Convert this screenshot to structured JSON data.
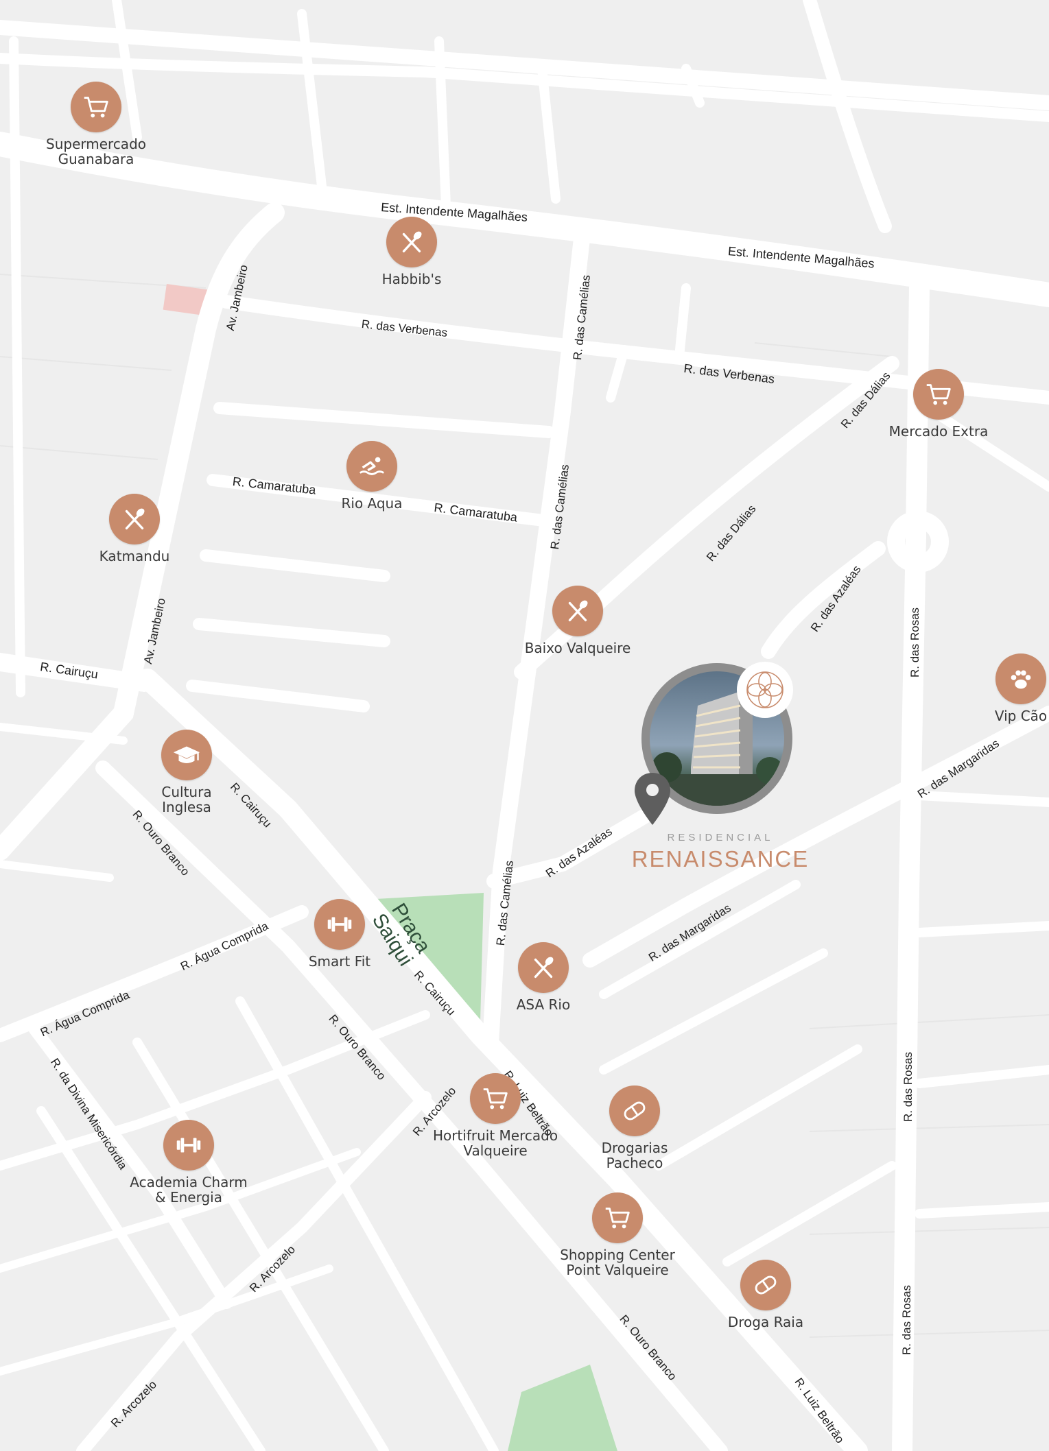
{
  "project": {
    "brand_subtitle": "RESIDENCIAL",
    "brand_name": "RENAISSANCE",
    "location_pin_icon": "map-pin-icon",
    "emblem_icon": "flower-emblem-icon"
  },
  "colors": {
    "poi": "#c88b6c",
    "brand": "#c88b6c",
    "road": "#ffffff",
    "background": "#efefef",
    "park": "#b8dfb8"
  },
  "park": {
    "label": "Praça\nSaiqui"
  },
  "pois": [
    {
      "label": "Supermercado\nGuanabara",
      "icon": "shopping-cart-icon"
    },
    {
      "label": "Habbib's",
      "icon": "restaurant-icon"
    },
    {
      "label": "Rio Aqua",
      "icon": "swimming-icon"
    },
    {
      "label": "Katmandu",
      "icon": "restaurant-icon"
    },
    {
      "label": "Mercado Extra",
      "icon": "shopping-cart-icon"
    },
    {
      "label": "Baixo Valqueire",
      "icon": "restaurant-icon"
    },
    {
      "label": "Vip Cão",
      "icon": "paw-icon"
    },
    {
      "label": "Cultura\nInglesa",
      "icon": "graduation-cap-icon"
    },
    {
      "label": "Smart  Fit",
      "icon": "dumbbell-icon"
    },
    {
      "label": "ASA Rio",
      "icon": "restaurant-icon"
    },
    {
      "label": "Hortifruit Mercado\nValqueire",
      "icon": "shopping-cart-icon"
    },
    {
      "label": "Drogarias\nPacheco",
      "icon": "pill-icon"
    },
    {
      "label": "Academia Charm\n& Energia",
      "icon": "dumbbell-icon"
    },
    {
      "label": "Shopping Center\nPoint Valqueire",
      "icon": "shopping-cart-icon"
    },
    {
      "label": "Droga Raia",
      "icon": "pill-icon"
    }
  ],
  "streets": [
    "Est. Intendente Magalhães",
    "Est. Intendente Magalhães",
    "Av. Jambeiro",
    "Av. Jambeiro",
    "R. das Verbenas",
    "R. das Verbenas",
    "R. das Camélias",
    "R. das Camélias",
    "R. das Camélias",
    "R. Camaratuba",
    "R. Camaratuba",
    "R. das Dálias",
    "R. das Dálias",
    "R. das Azaléas",
    "R. das Azaléas",
    "R. das Rosas",
    "R. das Rosas",
    "R. das Rosas",
    "R. das Margaridas",
    "R. das Margaridas",
    "R. Cairuçu",
    "R. Cairuçu",
    "R. Cairuçu",
    "R. Ouro Branco",
    "R. Ouro Branco",
    "R. Ouro Branco",
    "R. Água Comprida",
    "R. Água Comprida",
    "R. da Divina Misericórdia",
    "R. Arcozelo",
    "R. Arcozelo",
    "R. Arcozelo",
    "R. Luiz Beltrão",
    "R. Luiz Beltrão"
  ]
}
